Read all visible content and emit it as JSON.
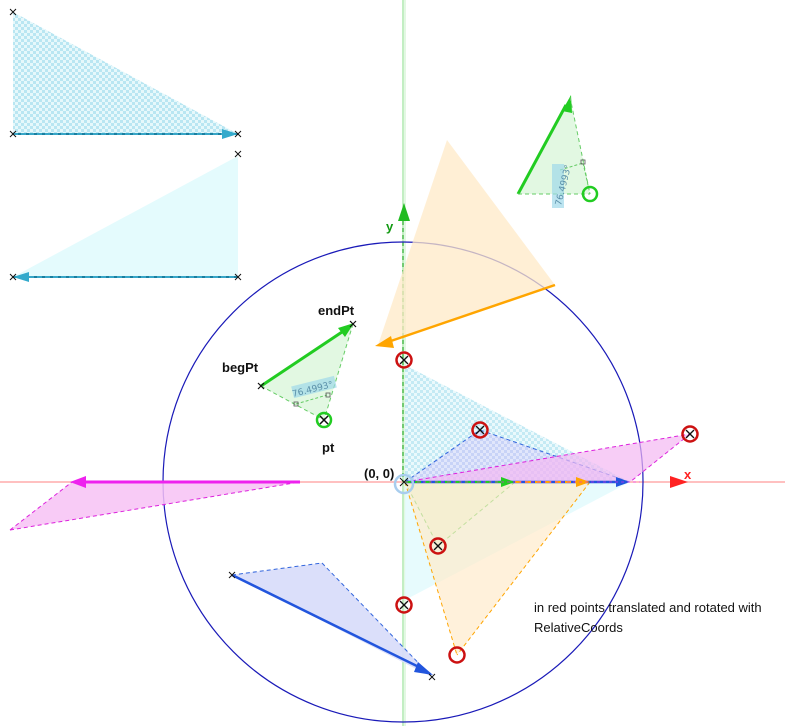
{
  "labels": {
    "origin": "(0, 0)",
    "x_axis": "x",
    "y_axis": "y",
    "beg_pt": "begPt",
    "end_pt": "endPt",
    "pt": "pt",
    "angle_top": "76.4993°",
    "angle_mid": "76.4993°",
    "note_line1": "in red points translated and rotated with",
    "note_line2": "RelativeCoords"
  },
  "colors": {
    "x_axis": "#ff6666",
    "y_axis": "#66dd66",
    "circle": "#1a1ab8",
    "green": "#22cc22",
    "orange": "#ffa500",
    "magenta": "#ee22ee",
    "blue": "#2255dd",
    "cyan": "#33aacc",
    "red_marker": "#cc1111"
  }
}
